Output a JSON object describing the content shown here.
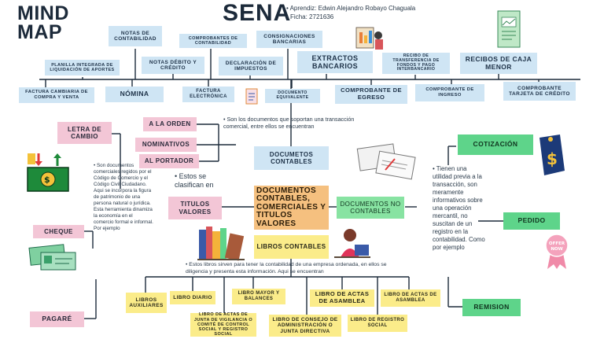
{
  "header": {
    "title": "MIND\nMAP",
    "sena": "SENA",
    "author": "Aprendiz: Edwin Alejandro Robayo Chaguala",
    "ficha": "Ficha: 2721636"
  },
  "top_row": {
    "notas_contabilidad": "NOTAS DE CONTABILIDAD",
    "comprobantes_contabilidad": "COMPROBANTES DE CONTABILIDAD",
    "consignaciones": "CONSIGNACIONES BANCARIAS",
    "planilla": "PLANILLA INTEGRADA DE LIQUIDACIÓN DE APORTES",
    "notas_debito": "NOTAS DÉBITO Y CRÉDITO",
    "declaracion": "DECLARACIÓN DE IMPUESTOS",
    "extractos": "EXTRACTOS BANCARIOS",
    "recibo_transferencia": "RECIBO DE TRANSFERENCIA DE FONDOS Y PAGO INTERBANCARIO",
    "recibos_caja": "RECIBOS DE CAJA MENOR",
    "factura_cambiaria": "FACTURA CAMBIARIA DE COMPRA Y VENTA",
    "nomina": "NÓMINA",
    "factura_electronica": "FACTURA ELECTRÓNICA",
    "documento_equivalente": "DOCUMENTO EQUIVALENTE",
    "comprobante_egreso": "COMPROBANTE DE EGRESO",
    "comprobante_ingreso": "COMPROBANTE DE INGRESO",
    "comprobante_tarjeta": "COMPROBANTE TARJETA DE CRÉDITO"
  },
  "center": {
    "main": "DOCUMENTOS CONTABLES, COMERCIALES Y TITULOS VALORES",
    "documentos_contables": "DOCUMETOS CONTABLES",
    "documentos_contables_desc": "Son los documentos que soportan una transacción comercial, entre ellos se encuentran",
    "documentos_no_contables": "DOCUMENTOS NO CONTABLES",
    "libros_contables": "LIBROS CONTABLES",
    "libros_desc": "Estos libros sirven para tener la contabilidad de una empresa ordenada, en ellos se diligencia y presenta esta información. Aqui se encuentran"
  },
  "titulos": {
    "a_la_orden": "A LA ORDEN",
    "nominativos": "NOMINATIVOS",
    "al_portador": "AL PORTADOR",
    "estos_se": "Estos se clasifican en",
    "titulos_valores": "TITULOS VALORES",
    "letra_cambio": "LETRA DE CAMBIO",
    "cheque": "CHEQUE",
    "pagare": "PAGARÉ",
    "titulos_desc": "Son documentos comerciales regidos por el Código de Comercio y el Código Civil Ciudadano. Aqui se incorpora la figura de patrimonio de una persona natural o jurídica. Esta herramienta dinamiza la economía en el comercio formal e informal. Por ejemplo"
  },
  "no_contables": {
    "cotizacion": "COTIZACIÓN",
    "pedido": "PEDIDO",
    "remision": "REMISION",
    "desc": "Tienen una utilidad previa a la transacción, son meramente informativos sobre una operación mercantil, no suscitan de un registro en la contabilidad. Como por ejemplo",
    "sticker": "OFFER NOW"
  },
  "libros": {
    "auxiliares": "LIBROS AUXILIARES",
    "diario": "LIBRO DIARIO",
    "mayor": "LIBRO MAYOR Y BALANCES",
    "actas_asamblea": "LIBRO DE ACTAS DE ASAMBLEA",
    "actas_asamblea2": "LIBRO DE ACTAS DE ASAMBLEA",
    "actas_junta": "LIBRO DE ACTAS DE JUNTA DE VIGILANCIA O COMITÉ DE CONTROL SOCIAL Y REGISTRO SOCIAL",
    "consejo": "LIBRO DE CONSEJO DE ADMINISTRACIÓN O JUNTA DIRECTIVA",
    "registro_social": "LIBRO DE REGISTRO SOCIAL"
  }
}
